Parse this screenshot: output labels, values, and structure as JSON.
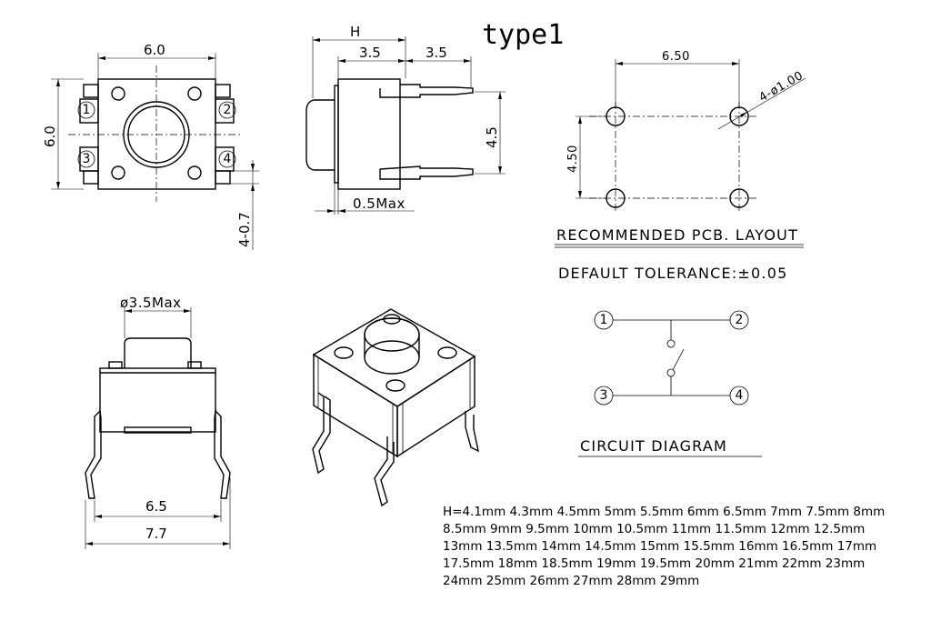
{
  "title": "type1",
  "top_view": {
    "width_label": "6.0",
    "height_label": "6.0",
    "pins": [
      "1",
      "2",
      "3",
      "4"
    ],
    "lead_label": "4-0.7"
  },
  "side_view": {
    "h_label": "H",
    "dim_left": "3.5",
    "dim_right": "3.5",
    "dim_vertical": "4.5",
    "max_label": "0.5Max"
  },
  "pcb_layout": {
    "width_label": "6.50",
    "height_label": "4.50",
    "hole_label": "4-ø1.00",
    "caption": "RECOMMENDED PCB. LAYOUT",
    "tolerance": "DEFAULT TOLERANCE:±0.05"
  },
  "front_view": {
    "diameter_label": "ø3.5Max",
    "inner_width": "6.5",
    "outer_width": "7.7"
  },
  "circuit": {
    "pins": [
      "1",
      "2",
      "3",
      "4"
    ],
    "caption": "CIRCUIT DIAGRAM"
  },
  "height_options": [
    "H=4.1mm  4.3mm  4.5mm  5mm  5.5mm  6mm  6.5mm  7mm  7.5mm  8mm",
    "8.5mm  9mm  9.5mm  10mm  10.5mm  11mm  11.5mm  12mm  12.5mm",
    "13mm  13.5mm  14mm  14.5mm  15mm  15.5mm  16mm  16.5mm  17mm",
    "17.5mm  18mm  18.5mm  19mm  19.5mm  20mm  21mm  22mm  23mm",
    "24mm  25mm  26mm  27mm  28mm  29mm"
  ]
}
